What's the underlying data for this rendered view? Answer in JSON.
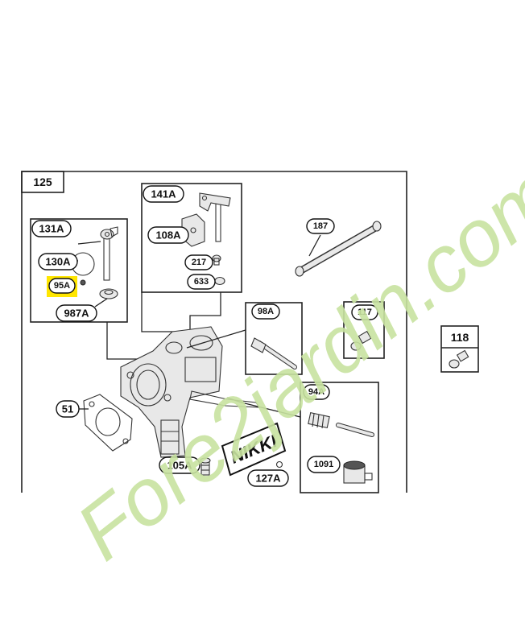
{
  "diagram": {
    "group_box_label": "125",
    "side_box_label": "118",
    "brand_label": "NIKKI",
    "callouts": {
      "c131A": "131A",
      "c130A": "130A",
      "c95A": "95A",
      "c987A": "987A",
      "c141A": "141A",
      "c108A": "108A",
      "c217": "217",
      "c633": "633",
      "c187": "187",
      "c98A": "98A",
      "c117": "117",
      "c51": "51",
      "c94A": "94A",
      "c1091": "1091",
      "c105A": "105A",
      "c127A": "127A"
    },
    "highlight_color": "#ffe600"
  },
  "watermark": {
    "text": "Fore2jardin.com",
    "color_green": "#c8e3a0",
    "color_orange": "#f2c089",
    "color_gray": "#cfc6bc"
  }
}
